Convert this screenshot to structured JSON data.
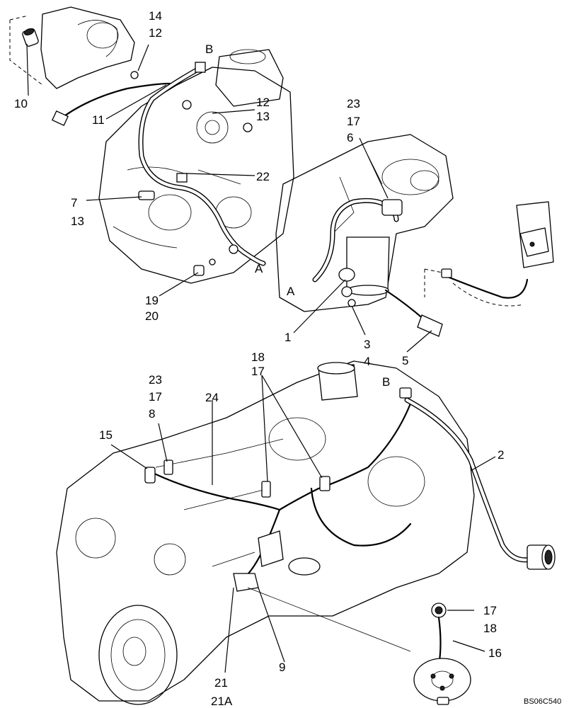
{
  "callouts": {
    "c14": "14",
    "c12a": "12",
    "cB1": "B",
    "c10": "10",
    "c11": "11",
    "c12b": "12",
    "c13a": "13",
    "c22": "22",
    "c7": "7",
    "c13b": "13",
    "cA1": "A",
    "c19": "19",
    "c20": "20",
    "c23a": "23",
    "c17a": "17",
    "c6": "6",
    "cA2": "A",
    "c1": "1",
    "c3": "3",
    "c4": "4",
    "c5": "5",
    "c18a": "18",
    "c17b": "17",
    "c23b": "23",
    "c17c": "17",
    "c8": "8",
    "c24": "24",
    "c15": "15",
    "cB2": "B",
    "c2": "2",
    "c17d": "17",
    "c18b": "18",
    "c16": "16",
    "c9": "9",
    "c21": "21",
    "c21A": "21A"
  },
  "drawing_code": "BS06C540"
}
